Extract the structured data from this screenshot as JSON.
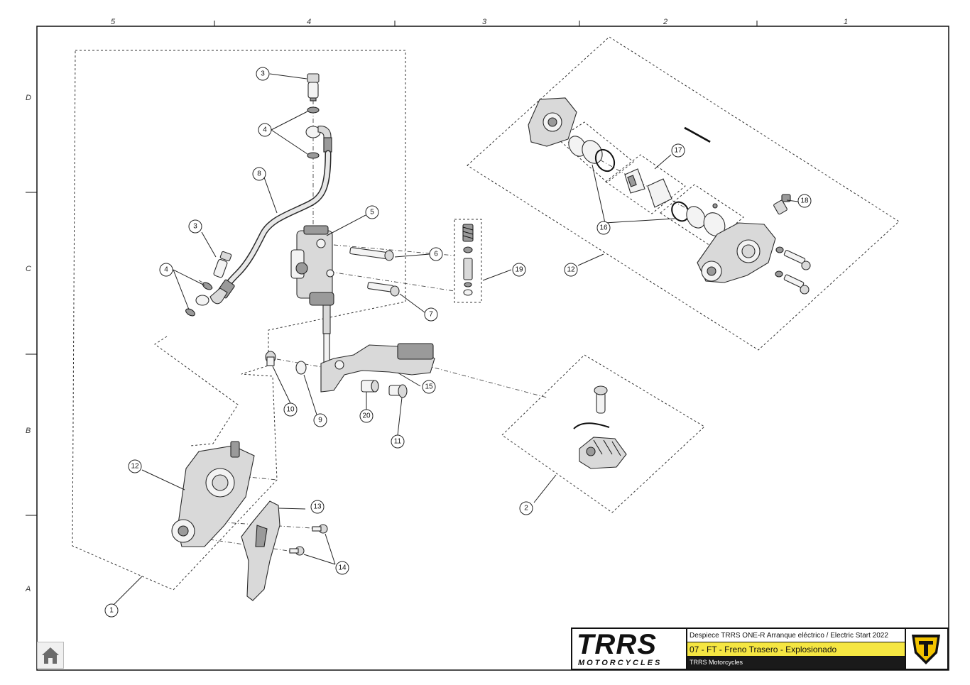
{
  "title_block": {
    "logo_text": "TRRS",
    "logo_subtext": "MOTORCYCLES",
    "description": "Despiece TRRS ONE-R  Arranque eléctrico / Electric Start 2022",
    "sheet_title": "07 - FT - Freno Trasero - Explosionado",
    "company": "TRRS Motorcycles"
  },
  "grid": {
    "columns": [
      "5",
      "4",
      "3",
      "2",
      "1"
    ],
    "rows": [
      "D",
      "C",
      "B",
      "A"
    ]
  },
  "callouts": {
    "c1": "1",
    "c2": "2",
    "c3a": "3",
    "c3b": "3",
    "c4a": "4",
    "c4b": "4",
    "c5": "5",
    "c6": "6",
    "c7": "7",
    "c8": "8",
    "c9": "9",
    "c10": "10",
    "c11": "11",
    "c12a": "12",
    "c12b": "12",
    "c13": "13",
    "c14": "14",
    "c15": "15",
    "c16": "16",
    "c17": "17",
    "c18": "18",
    "c19": "19",
    "c20": "20"
  },
  "colors": {
    "highlight": "#f5e642",
    "dark_band": "#1a1a1a",
    "emblem": "#f2c300"
  },
  "icons": {
    "home": "home-icon",
    "emblem": "trrs-shield-emblem"
  }
}
